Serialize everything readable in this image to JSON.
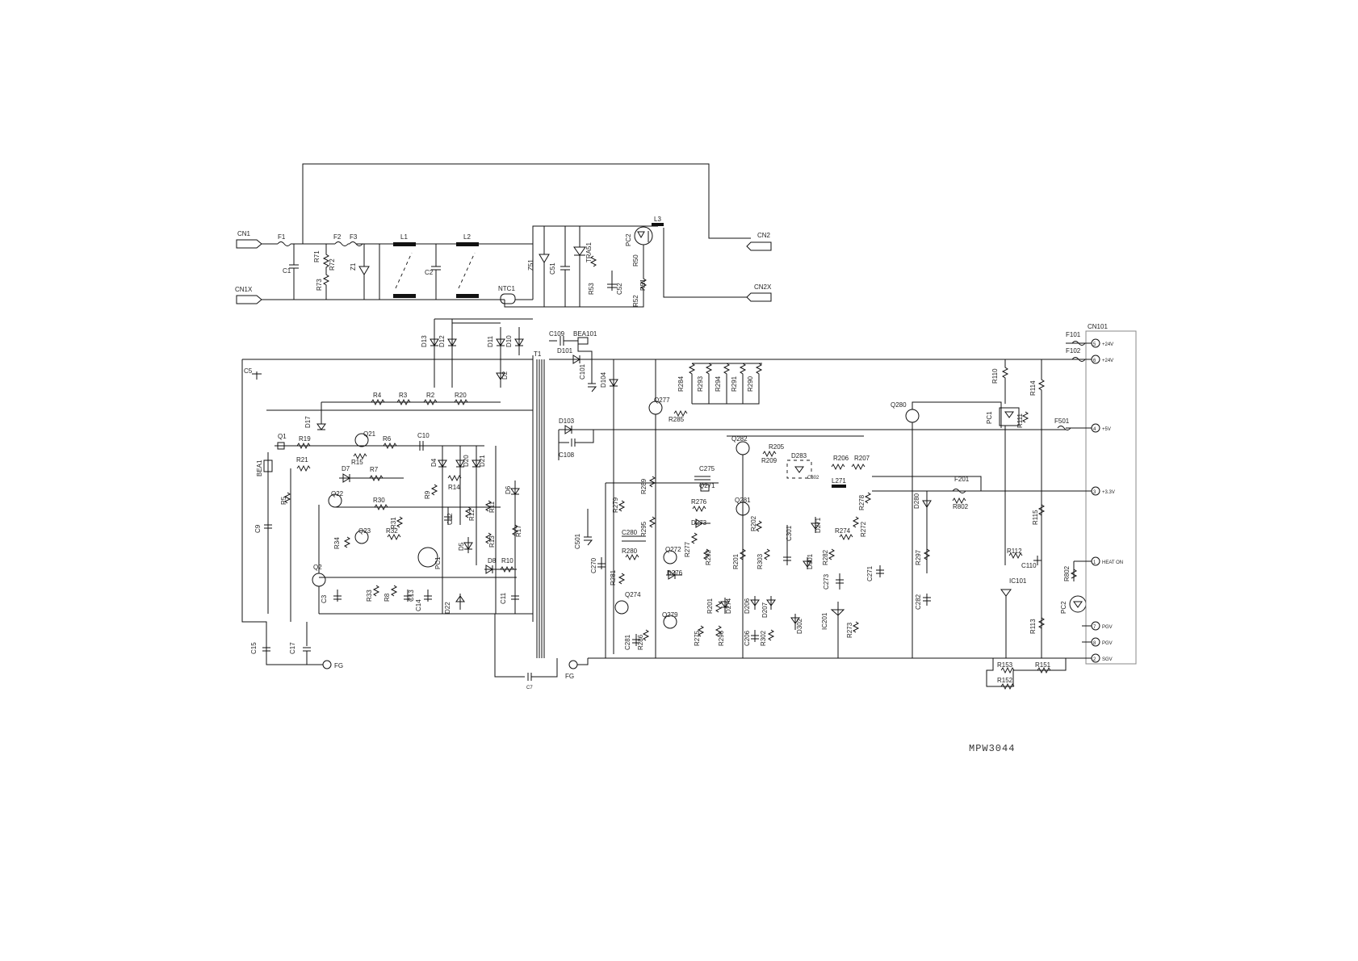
{
  "drawing_id": "MPW3044",
  "connector_label": "CN101",
  "connector_pins": [
    {
      "num": "5",
      "label": "+24V"
    },
    {
      "num": "6",
      "label": "+24V"
    },
    {
      "num": "4",
      "label": "+5V"
    },
    {
      "num": "3",
      "label": "+3.3V"
    },
    {
      "num": "1",
      "label": "HEAT ON"
    },
    {
      "num": "7",
      "label": "PGV"
    },
    {
      "num": "8",
      "label": "PGV"
    },
    {
      "num": "2",
      "label": "SGV"
    }
  ],
  "input_connectors": [
    "CN1",
    "CN1X",
    "CN2",
    "CN2X"
  ],
  "ground_labels": [
    "FG",
    "FG"
  ],
  "component_labels": {
    "primary": [
      "F1",
      "F2",
      "F3",
      "R71",
      "R72",
      "R73",
      "Z1",
      "C1",
      "L1",
      "L2",
      "C2",
      "NTC1",
      "L3",
      "Z51",
      "C51",
      "TRA51",
      "PC2",
      "R50",
      "R51",
      "R52",
      "R53",
      "C52",
      "D13",
      "D12",
      "D11",
      "D10",
      "C5",
      "D2",
      "R4",
      "R3",
      "R2",
      "R20",
      "D17",
      "Q1",
      "R19",
      "R21",
      "BEA1",
      "R5",
      "C9",
      "Q21",
      "R15",
      "R6",
      "C10",
      "D7",
      "R7",
      "D4",
      "D20",
      "D21",
      "R14",
      "Q22",
      "R30",
      "R9",
      "D6",
      "R31",
      "Q23",
      "R32",
      "R34",
      "C12",
      "R12",
      "R11",
      "R17",
      "D5",
      "R13",
      "PC1",
      "D8",
      "R10",
      "Q2",
      "R33",
      "R8",
      "C13",
      "C14",
      "D22",
      "C11",
      "C3",
      "C15",
      "C17",
      "C7",
      "T1"
    ],
    "secondary": [
      "C109",
      "BEA101",
      "D101",
      "C101",
      "D104",
      "D103",
      "C108",
      "R284",
      "R293",
      "R294",
      "R291",
      "R290",
      "Q277",
      "R285",
      "C501",
      "R279",
      "R289",
      "C280",
      "R280",
      "R295",
      "C270",
      "R281",
      "Q274",
      "C281",
      "R286",
      "Q279",
      "R275",
      "R296",
      "C275",
      "Q271",
      "R276",
      "D273",
      "Q272",
      "R277",
      "D276",
      "R292",
      "R201",
      "D274",
      "Q282",
      "R205",
      "R209",
      "D283",
      "C302",
      "R206",
      "R207",
      "Q281",
      "R202",
      "D206",
      "R303",
      "C206",
      "R302",
      "D207",
      "C301",
      "D301",
      "D302",
      "D271",
      "R274",
      "R282",
      "C273",
      "IC201",
      "R273",
      "L271",
      "R278",
      "R272",
      "C271",
      "F201",
      "R802",
      "D280",
      "R297",
      "C282",
      "Q280",
      "R110",
      "R114",
      "PC1",
      "R111",
      "F101",
      "F102",
      "F501",
      "R115",
      "R112",
      "C110",
      "IC101",
      "R113",
      "R802",
      "PC2",
      "R153",
      "R152",
      "R151"
    ]
  }
}
